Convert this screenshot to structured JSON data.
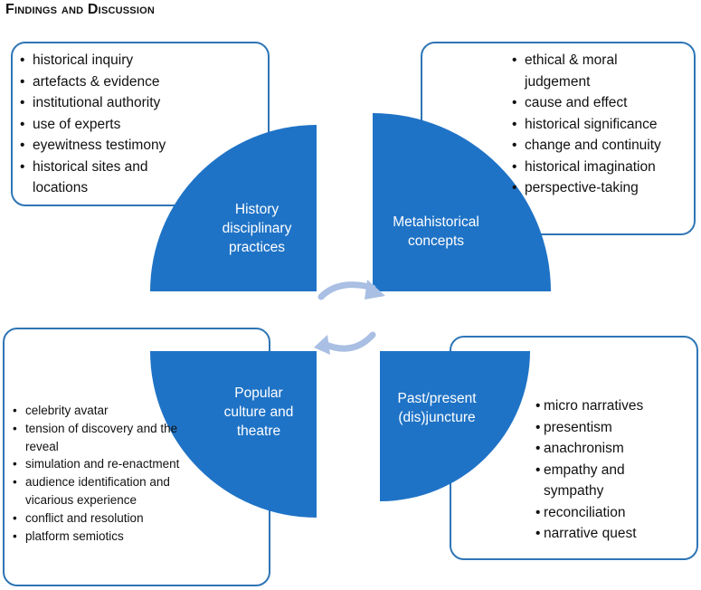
{
  "heading": "Findings and Discussion",
  "colors": {
    "quadrant": "#1f73c6",
    "border": "#2e75b6",
    "arrow": "#a9bfe3"
  },
  "quadrants": {
    "top_left": {
      "label_lines": [
        "History",
        "disciplinary",
        "practices"
      ]
    },
    "top_right": {
      "label_lines": [
        "Metahistorical",
        "concepts"
      ]
    },
    "bottom_left": {
      "label_lines": [
        "Popular",
        "culture and",
        "theatre"
      ]
    },
    "bottom_right": {
      "label_lines": [
        "Past/present",
        "(dis)juncture"
      ]
    }
  },
  "boxes": {
    "top_left": [
      "historical inquiry",
      "artefacts & evidence",
      "institutional authority",
      "use of experts",
      "eyewitness testimony",
      "historical sites and locations"
    ],
    "top_right": [
      "ethical & moral judgement",
      "cause and effect",
      "historical significance",
      "change and continuity",
      "historical imagination",
      "perspective-taking"
    ],
    "bottom_left": [
      "celebrity avatar",
      "tension of discovery and the reveal",
      "simulation and re-enactment",
      "audience identification and vicarious experience",
      "conflict and resolution",
      "platform semiotics"
    ],
    "bottom_right": [
      "micro narratives",
      "presentism",
      "anachronism",
      "empathy and sympathy",
      "reconciliation",
      "narrative quest"
    ]
  }
}
